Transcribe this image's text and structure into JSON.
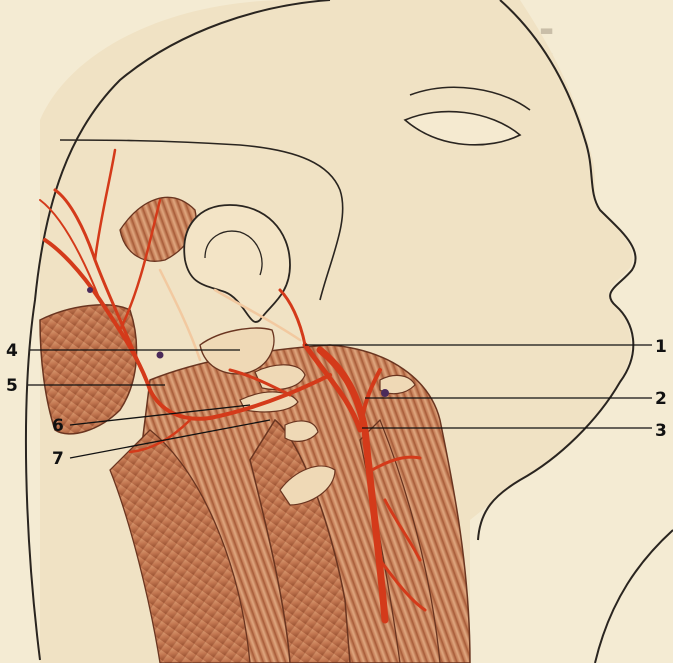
{
  "figure": {
    "labels": [
      {
        "id": "1",
        "text": "1"
      },
      {
        "id": "2",
        "text": "2"
      },
      {
        "id": "3",
        "text": "3"
      },
      {
        "id": "4",
        "text": "4"
      },
      {
        "id": "5",
        "text": "5"
      },
      {
        "id": "6",
        "text": "6"
      },
      {
        "id": "7",
        "text": "7"
      }
    ]
  },
  "colors": {
    "background": "#f4ebd3",
    "skin_outline": "#2a2520",
    "muscle": "#c27650",
    "muscle_dark": "#8e4a2c",
    "artery": "#d43a1a",
    "label": "#111111"
  }
}
